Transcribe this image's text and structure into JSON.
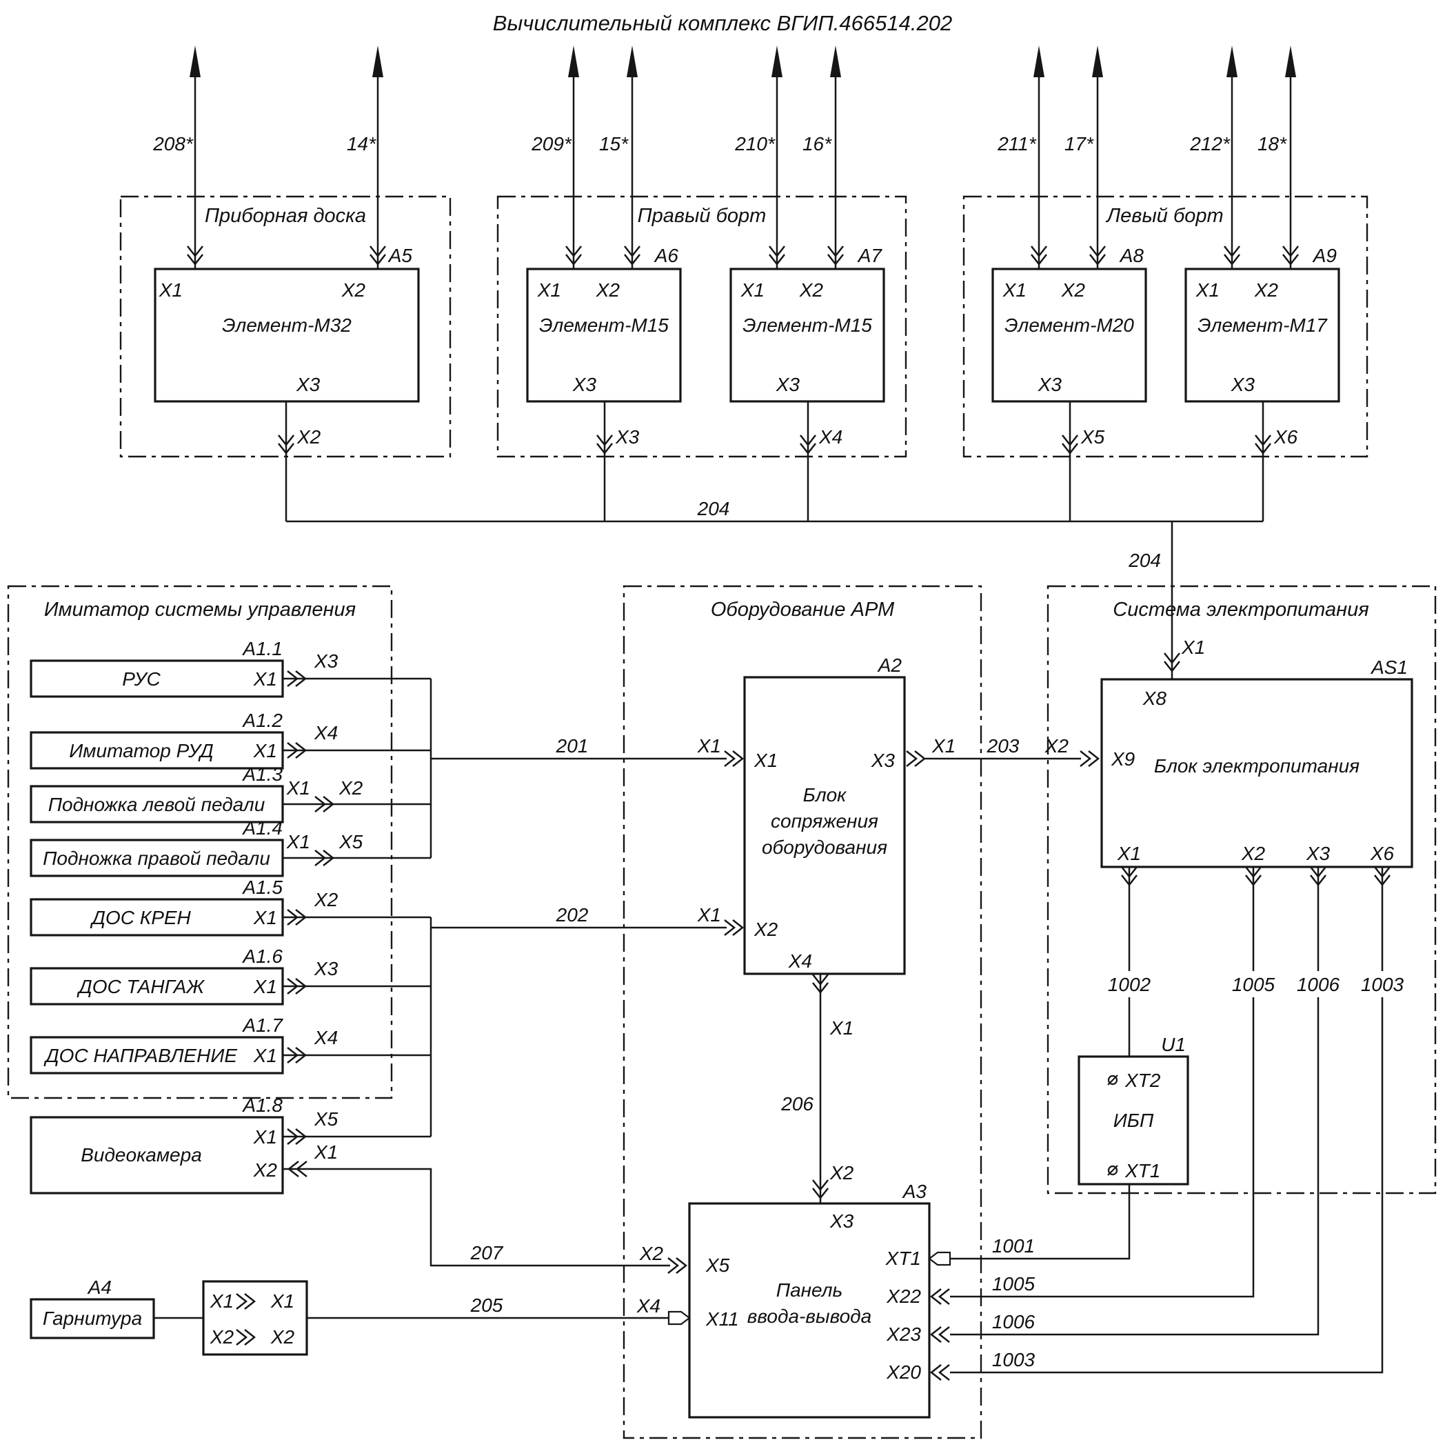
{
  "title": "Вычислительный комплекс ВГИП.466514.202",
  "groups": {
    "panel": "Приборная доска",
    "right_board": "Правый борт",
    "left_board": "Левый борт",
    "simulator": "Имитатор системы управления",
    "arm": "Оборудование АРМ",
    "power": "Система электропитания"
  },
  "top_units": [
    {
      "ref": "A5",
      "name": "Элемент-М32",
      "pin_x1": "X1",
      "pin_x2": "X2",
      "pin_x3": "X3",
      "border_pin": "X2",
      "wire1": "208*",
      "wire2": "14*"
    },
    {
      "ref": "A6",
      "name": "Элемент-М15",
      "pin_x1": "X1",
      "pin_x2": "X2",
      "pin_x3": "X3",
      "border_pin": "X3",
      "wire1": "209*",
      "wire2": "15*"
    },
    {
      "ref": "A7",
      "name": "Элемент-М15",
      "pin_x1": "X1",
      "pin_x2": "X2",
      "pin_x3": "X3",
      "border_pin": "X4",
      "wire1": "210*",
      "wire2": "16*"
    },
    {
      "ref": "A8",
      "name": "Элемент-М20",
      "pin_x1": "X1",
      "pin_x2": "X2",
      "pin_x3": "X3",
      "border_pin": "X5",
      "wire1": "211*",
      "wire2": "17*"
    },
    {
      "ref": "A9",
      "name": "Элемент-М17",
      "pin_x1": "X1",
      "pin_x2": "X2",
      "pin_x3": "X3",
      "border_pin": "X6",
      "wire1": "212*",
      "wire2": "18*"
    }
  ],
  "sim_units": [
    {
      "ref": "A1.1",
      "name": "РУС",
      "pin": "X1",
      "cable_pin": "X3"
    },
    {
      "ref": "A1.2",
      "name": "Имитатор РУД",
      "pin": "X1",
      "cable_pin": "X4"
    },
    {
      "ref": "A1.3",
      "name": "Подножка левой педали",
      "pin": "X1",
      "cable_pin": "X2"
    },
    {
      "ref": "A1.4",
      "name": "Подножка правой педали",
      "pin": "X1",
      "cable_pin": "X5"
    },
    {
      "ref": "A1.5",
      "name": "ДОС КРЕН",
      "pin": "X1",
      "cable_pin": "X2"
    },
    {
      "ref": "A1.6",
      "name": "ДОС ТАНГАЖ",
      "pin": "X1",
      "cable_pin": "X3"
    },
    {
      "ref": "A1.7",
      "name": "ДОС НАПРАВЛЕНИЕ",
      "pin": "X1",
      "cable_pin": "X4"
    }
  ],
  "camera": {
    "ref": "A1.8",
    "name": "Видеокамера",
    "pin1": "X1",
    "pin2": "X2",
    "cable_pin1": "X5",
    "cable_pin2": "X1"
  },
  "headset": {
    "ref": "A4",
    "name": "Гарнитура"
  },
  "adapter": {
    "left1": "X1",
    "right1": "X1",
    "left2": "X2",
    "right2": "X2"
  },
  "a2": {
    "ref": "A2",
    "name1": "Блок",
    "name2": "сопряжения",
    "name3": "оборудования",
    "pin_x1": "X1",
    "pin_x2": "X2",
    "pin_x3": "X3",
    "pin_x4": "X4"
  },
  "a3": {
    "ref": "A3",
    "name1": "Панель",
    "name2": "ввода-вывода",
    "pin_x3": "X3",
    "pin_x5": "X5",
    "pin_x11": "X11",
    "pin_xt1": "XT1",
    "pin_x22": "X22",
    "pin_x23": "X23",
    "pin_x20": "X20"
  },
  "as1": {
    "ref": "AS1",
    "name": "Блок электропитания",
    "pin_x8": "X8",
    "pin_x9": "X9",
    "pin_x1": "X1",
    "pin_x2": "X2",
    "pin_x3": "X3",
    "pin_x6": "X6"
  },
  "u1": {
    "ref": "U1",
    "name": "ИБП",
    "pin_xt2": "XT2",
    "pin_xt1": "XT1"
  },
  "cables": {
    "c201": {
      "num": "201",
      "a2_side": "X1"
    },
    "c202": {
      "num": "202",
      "a2_side": "X1"
    },
    "c203": {
      "num": "203",
      "a2_side": "X1",
      "as1_side": "X2"
    },
    "c204": {
      "num_bus": "204",
      "num_drop": "204",
      "as1_side": "X1"
    },
    "c205": {
      "num": "205",
      "a3_side": "X4"
    },
    "c206": {
      "num": "206",
      "a2_side": "X1",
      "a3_side": "X2"
    },
    "c207": {
      "num": "207",
      "a3_side": "X2"
    },
    "c1001": {
      "num": "1001"
    },
    "c1002": {
      "num": "1002"
    },
    "c1003": {
      "num_as1": "1003",
      "num_a3": "1003"
    },
    "c1005": {
      "num_as1": "1005",
      "num_a3": "1005"
    },
    "c1006": {
      "num_as1": "1006",
      "num_a3": "1006"
    }
  }
}
